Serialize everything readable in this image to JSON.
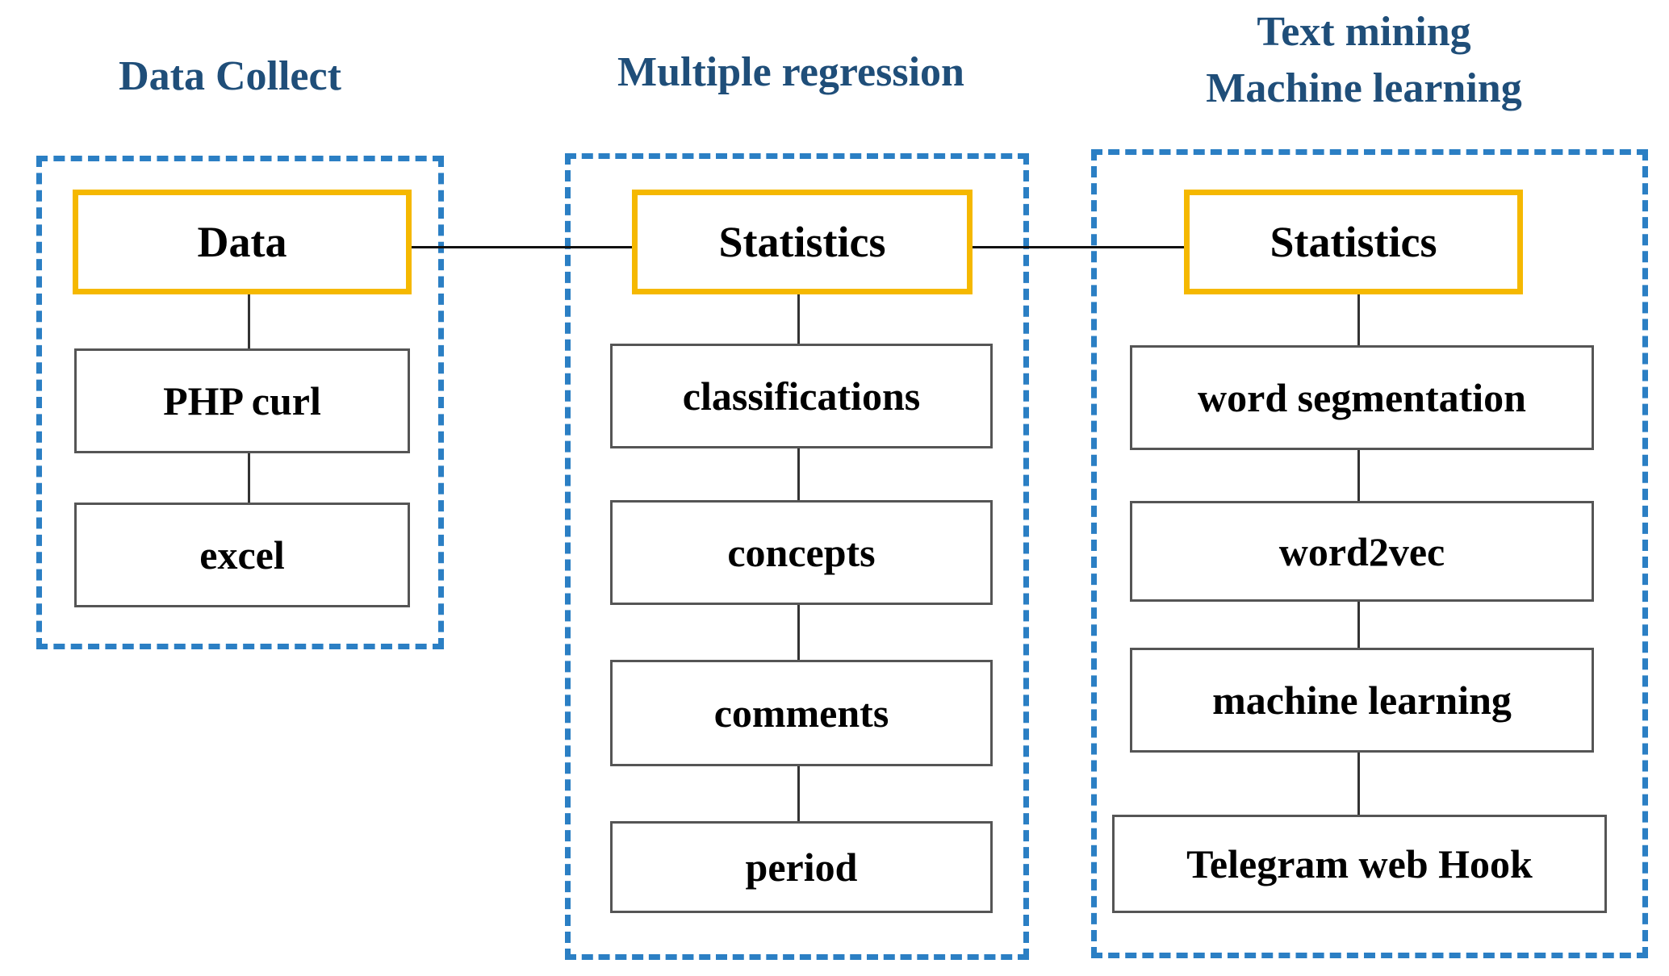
{
  "columns": [
    {
      "heading": [
        "Data Collect"
      ],
      "head_node": "Data",
      "steps": [
        "PHP curl",
        "excel"
      ]
    },
    {
      "heading": [
        "Multiple regression"
      ],
      "head_node": "Statistics",
      "steps": [
        "classifications",
        "concepts",
        "comments",
        "period"
      ]
    },
    {
      "heading": [
        "Text mining",
        "Machine learning"
      ],
      "head_node": "Statistics",
      "steps": [
        "word segmentation",
        "word2vec",
        "machine learning",
        "Telegram web Hook"
      ]
    }
  ],
  "colors": {
    "group_border": "#2b7fc4",
    "head_border": "#f5b800",
    "heading_text": "#1f4e79"
  }
}
